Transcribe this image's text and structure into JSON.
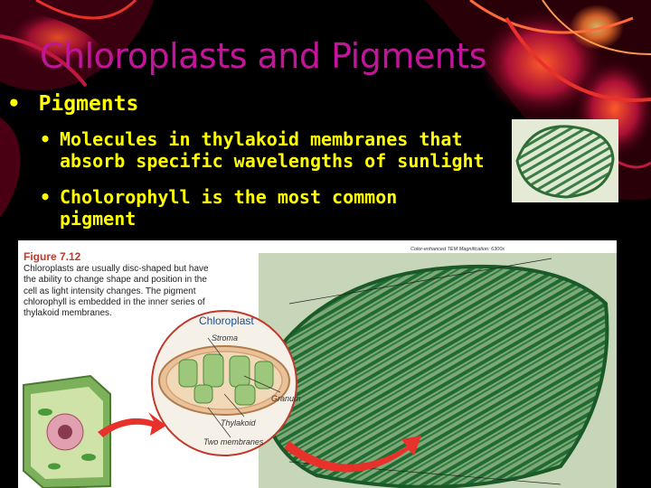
{
  "slide": {
    "title": "Chloroplasts and Pigments",
    "bullet": {
      "symbol": "•",
      "text": "Pigments",
      "sub_items": [
        {
          "symbol": "•",
          "lines": [
            "Molecules in thylakoid membranes that",
            "absorb specific wavelengths of sunlight"
          ]
        },
        {
          "symbol": "•",
          "lines": [
            "Cholorophyll is the most common",
            "pigment"
          ]
        }
      ]
    }
  },
  "figure": {
    "title": "Figure 7.12",
    "caption": "Chloroplasts are usually disc-shaped but have the ability to change shape and position in the cell as light intensity changes. The pigment chlorophyll is embedded in the inner series of thylakoid membranes.",
    "tem_label": "Color-enhanced TEM Magnification: 6300x",
    "labels": {
      "chloroplast": "Chloroplast",
      "stroma": "Stroma",
      "granum": "Granum",
      "thylakoid": "Thylakoid",
      "two_membranes": "Two membranes"
    }
  },
  "colors": {
    "title": "#c2169a",
    "bullet_text": "#ffff00",
    "background": "#000000",
    "figure_title": "#c0392b",
    "chloroplast_label": "#1a4e8c",
    "arrow": "#e8312a",
    "tem_green": "#2e7d3c"
  }
}
